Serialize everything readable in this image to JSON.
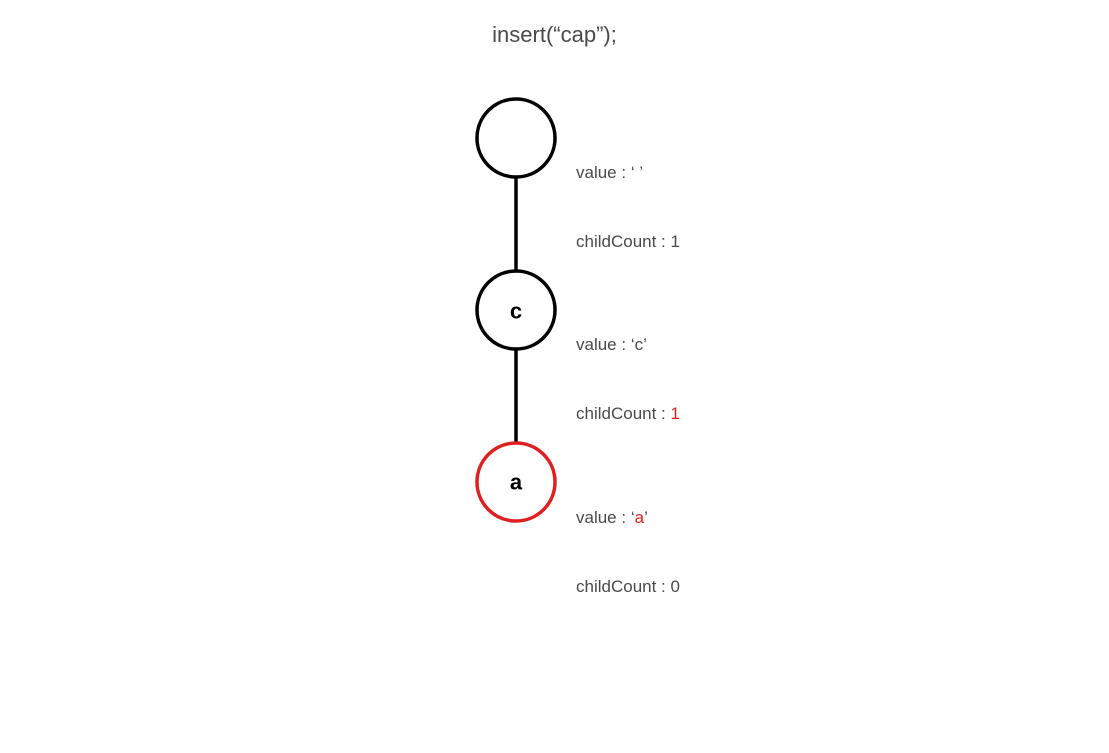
{
  "title": "insert(“cap”);",
  "colors": {
    "stroke": "#000000",
    "highlight": "#e02020",
    "text": "#4a4a4a"
  },
  "nodes": [
    {
      "label": "",
      "value_prefix": "value : ",
      "value_open": "‘",
      "value_char": " ",
      "value_close": "’",
      "value_highlight": false,
      "child_prefix": "childCount : ",
      "child_count": "1",
      "count_highlight": false,
      "node_highlight": false
    },
    {
      "label": "c",
      "value_prefix": "value : ",
      "value_open": "‘",
      "value_char": "c",
      "value_close": "’",
      "value_highlight": false,
      "child_prefix": "childCount : ",
      "child_count": "1",
      "count_highlight": true,
      "node_highlight": false
    },
    {
      "label": "a",
      "value_prefix": "value : ",
      "value_open": "‘",
      "value_char": "a",
      "value_close": "’",
      "value_highlight": true,
      "child_prefix": "childCount : ",
      "child_count": "0",
      "count_highlight": false,
      "node_highlight": true
    }
  ]
}
